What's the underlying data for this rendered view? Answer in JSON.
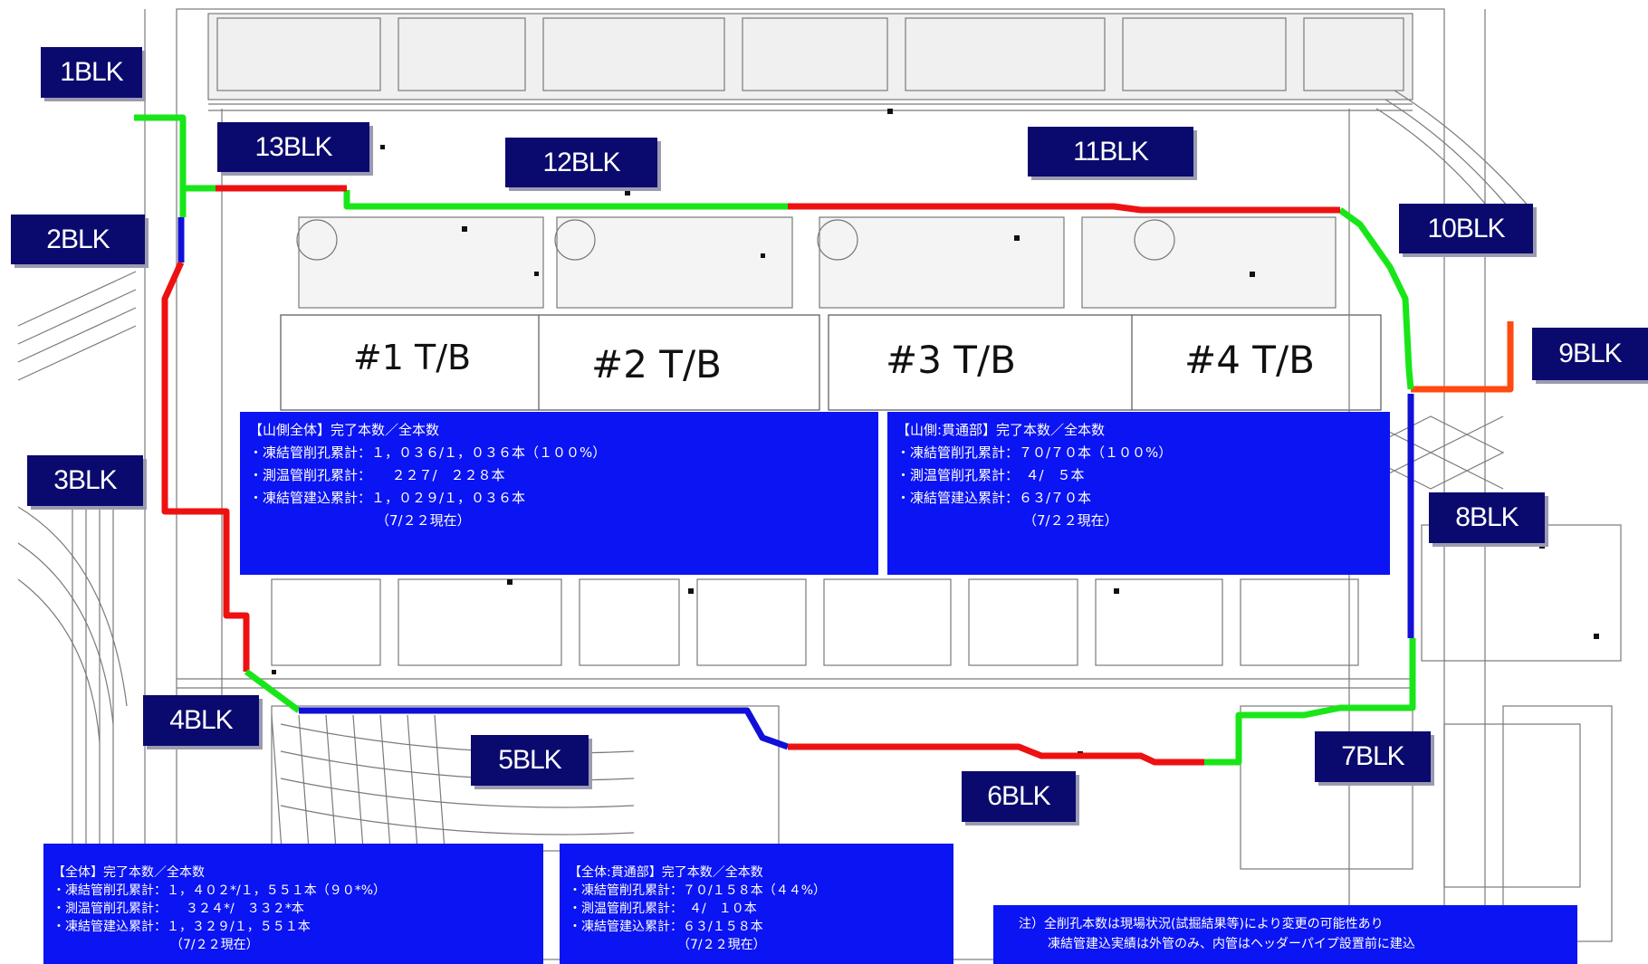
{
  "blocks": {
    "b1": "1BLK",
    "b2": "2BLK",
    "b3": "3BLK",
    "b4": "4BLK",
    "b5": "5BLK",
    "b6": "6BLK",
    "b7": "7BLK",
    "b8": "8BLK",
    "b9": "9BLK",
    "b10": "10BLK",
    "b11": "11BLK",
    "b12": "12BLK",
    "b13": "13BLK"
  },
  "buildings": {
    "tb1": "#1 T/B",
    "tb2": "#2 T/B",
    "tb3": "#3 T/B",
    "tb4": "#4 T/B"
  },
  "legend_colors": {
    "green": "#19e619",
    "red": "#ee1111",
    "blue": "#1010d8",
    "orange": "#ff4a10"
  },
  "panels": {
    "mountain_all": {
      "title": "【山側全体】完了本数／全本数",
      "l1": "・凍結管削孔累計：１，０３６/１，０３６本（１００%）",
      "l2": "・測温管削孔累計：　　２２７/　２２８本",
      "l3": "・凍結管建込累計：１，０２９/１，０３６本",
      "date": "（7/２２現在）"
    },
    "mountain_through": {
      "title": "【山側:貫通部】完了本数／全本数",
      "l1": "・凍結管削孔累計：７０/７０本（１００%）",
      "l2": "・測温管削孔累計：　４/　５本",
      "l3": "・凍結管建込累計：６３/７０本",
      "date": "（7/２２現在）"
    },
    "overall": {
      "title": "【全体】完了本数／全本数",
      "l1": "・凍結管削孔累計：１，４０２*/１，５５１本（９０*%）",
      "l2": "・測温管削孔累計：　　３２４*/　３３２*本",
      "l3": "・凍結管建込累計：１，３２９/１，５５１本",
      "date": "（7/２２現在）"
    },
    "overall_through": {
      "title": "【全体:貫通部】完了本数／全本数",
      "l1": "・凍結管削孔累計：７０/１５８本（４４%）",
      "l2": "・測温管削孔累計：　４/　１０本",
      "l3": "・凍結管建込累計：６３/１５８本",
      "date": "（7/２２現在）"
    }
  },
  "note": {
    "l1": "注）全削孔本数は現場状況(試掘結果等)により変更の可能性あり",
    "l2": "凍結管建込実績は外管のみ、内管はヘッダーパイプ設置前に建込"
  }
}
